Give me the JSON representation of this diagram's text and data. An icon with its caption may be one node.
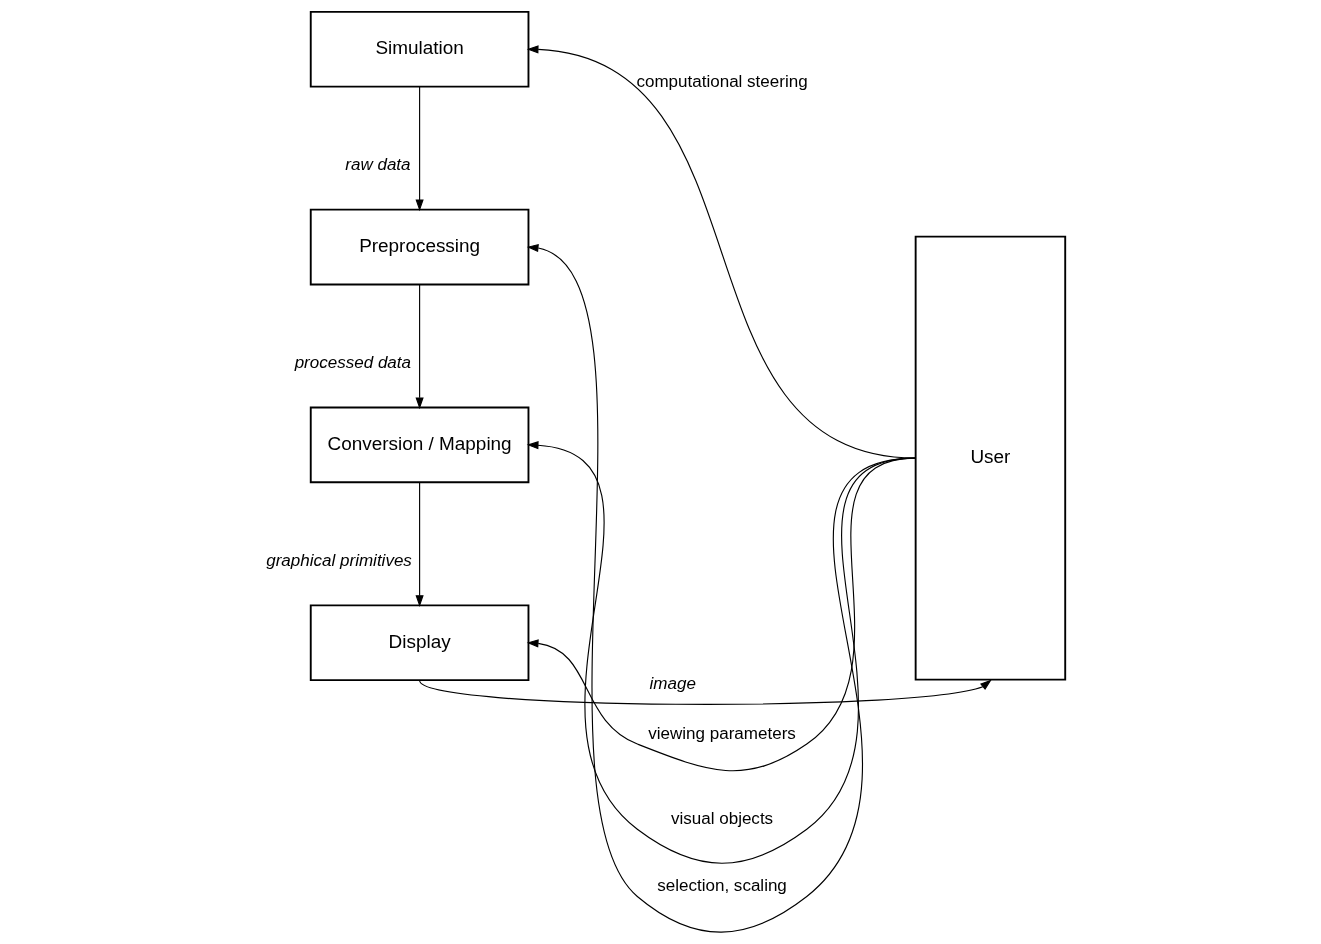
{
  "diagram": {
    "nodes": [
      {
        "text": [
          "Simulation"
        ]
      },
      {
        "text": [
          "Preprocessing"
        ]
      },
      {
        "text": [
          "Conversion / Mapping"
        ]
      },
      {
        "text": [
          "Display"
        ]
      },
      {
        "text": [
          "User"
        ]
      }
    ],
    "edges": [
      {
        "from": 0,
        "to": 1,
        "arrow": "to",
        "label": "raw data"
      },
      {
        "from": 1,
        "to": 2,
        "arrow": "to",
        "label": "processed data"
      },
      {
        "from": 2,
        "to": 3,
        "arrow": "to",
        "label": "graphical primitives"
      },
      {
        "from": 4,
        "to": 0,
        "arrow": "to",
        "label": "computational steering"
      },
      {
        "from": 4,
        "to": 1,
        "arrow": "to",
        "label": "selection, scaling"
      },
      {
        "from": 4,
        "to": 2,
        "arrow": "to",
        "label": "visual objects"
      },
      {
        "from": 4,
        "to": 3,
        "arrow": "to",
        "label": "viewing parameters"
      },
      {
        "from": 3,
        "to": 4,
        "arrow": "to",
        "label": "image"
      }
    ]
  }
}
